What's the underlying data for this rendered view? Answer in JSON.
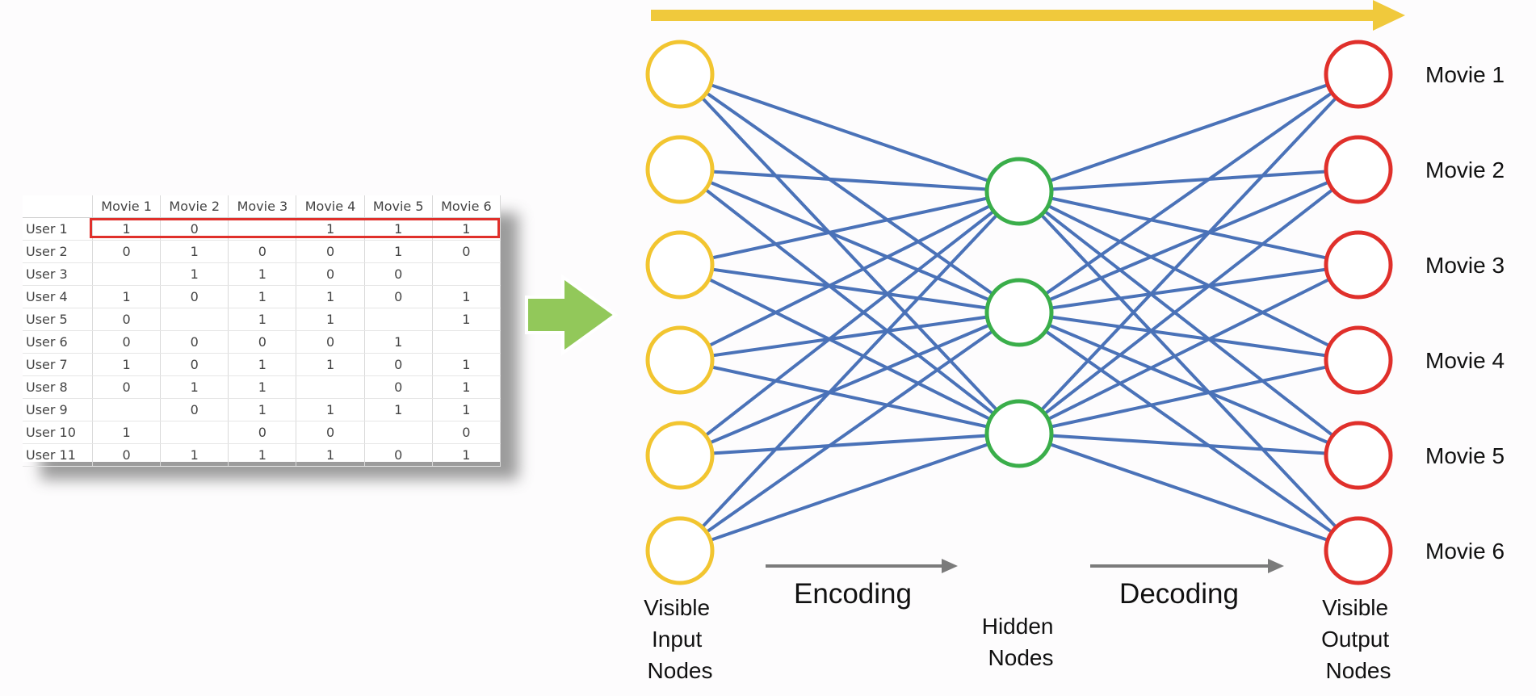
{
  "table": {
    "columns": [
      "",
      "Movie 1",
      "Movie 2",
      "Movie 3",
      "Movie 4",
      "Movie 5",
      "Movie 6"
    ],
    "rows": [
      [
        "User 1",
        "1",
        "0",
        "",
        "1",
        "1",
        "1"
      ],
      [
        "User 2",
        "0",
        "1",
        "0",
        "0",
        "1",
        "0"
      ],
      [
        "User 3",
        "",
        "1",
        "1",
        "0",
        "0",
        ""
      ],
      [
        "User 4",
        "1",
        "0",
        "1",
        "1",
        "0",
        "1"
      ],
      [
        "User 5",
        "0",
        "",
        "1",
        "1",
        "",
        "1"
      ],
      [
        "User 6",
        "0",
        "0",
        "0",
        "0",
        "1",
        ""
      ],
      [
        "User 7",
        "1",
        "0",
        "1",
        "1",
        "0",
        "1"
      ],
      [
        "User 8",
        "0",
        "1",
        "1",
        "",
        "0",
        "1"
      ],
      [
        "User 9",
        "",
        "0",
        "1",
        "1",
        "1",
        "1"
      ],
      [
        "User 10",
        "1",
        "",
        "0",
        "0",
        "",
        "0"
      ],
      [
        "User 11",
        "0",
        "1",
        "1",
        "1",
        "0",
        "1"
      ]
    ]
  },
  "network": {
    "input_count": 6,
    "hidden_count": 3,
    "output_count": 6,
    "output_labels": [
      "Movie 1",
      "Movie 2",
      "Movie 3",
      "Movie 4",
      "Movie 5",
      "Movie 6"
    ],
    "encoding_label": "Encoding",
    "decoding_label": "Decoding",
    "input_caption": [
      "Visible",
      "Input",
      "Nodes"
    ],
    "hidden_caption": [
      "Hidden",
      "Nodes"
    ],
    "output_caption": [
      "Visible",
      "Output",
      "Nodes"
    ]
  },
  "colors": {
    "input_node": "#f2c530",
    "hidden_node": "#3aae4a",
    "output_node": "#e0302b",
    "edge": "#4a72b8",
    "top_arrow": "#f0c93c",
    "big_arrow": "#92c85a",
    "process_arrow": "#7b7b7b",
    "table_highlight": "#e0302b"
  }
}
